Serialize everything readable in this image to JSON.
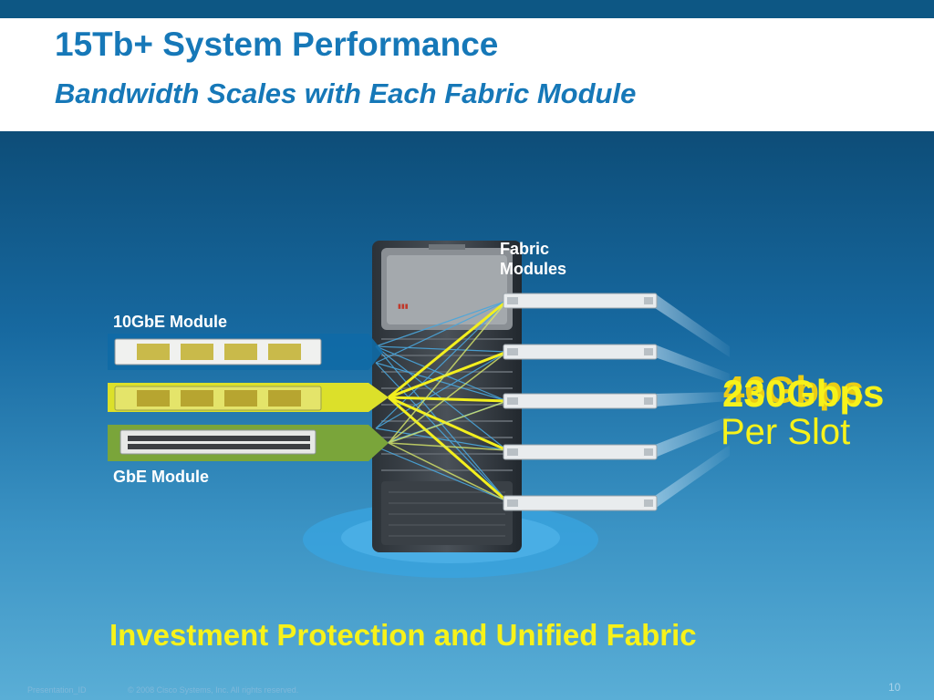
{
  "slide": {
    "title": "15Tb+ System Performance",
    "subtitle": "Bandwidth Scales with Each Fabric Module"
  },
  "diagram": {
    "fabric_label_line1": "Fabric",
    "fabric_label_line2": "Modules",
    "module_10gbe_label": "10GbE Module",
    "module_gbe_label": "GbE Module",
    "rate_text": "230Gbps",
    "rate_overlap_text": "46Gbps",
    "per_slot_text": "Per Slot",
    "fabric_module_count": 5
  },
  "banner": {
    "text": "Investment Protection and Unified Fabric"
  },
  "footer": {
    "presentation_id": "Presentation_ID",
    "copyright": "© 2008 Cisco Systems, Inc. All rights reserved.",
    "page_number": "10"
  },
  "colors": {
    "title": "#1678b8",
    "accent_yellow": "#f7f21a",
    "background_dark": "#0d4d78",
    "background_light": "#5aaed6"
  }
}
